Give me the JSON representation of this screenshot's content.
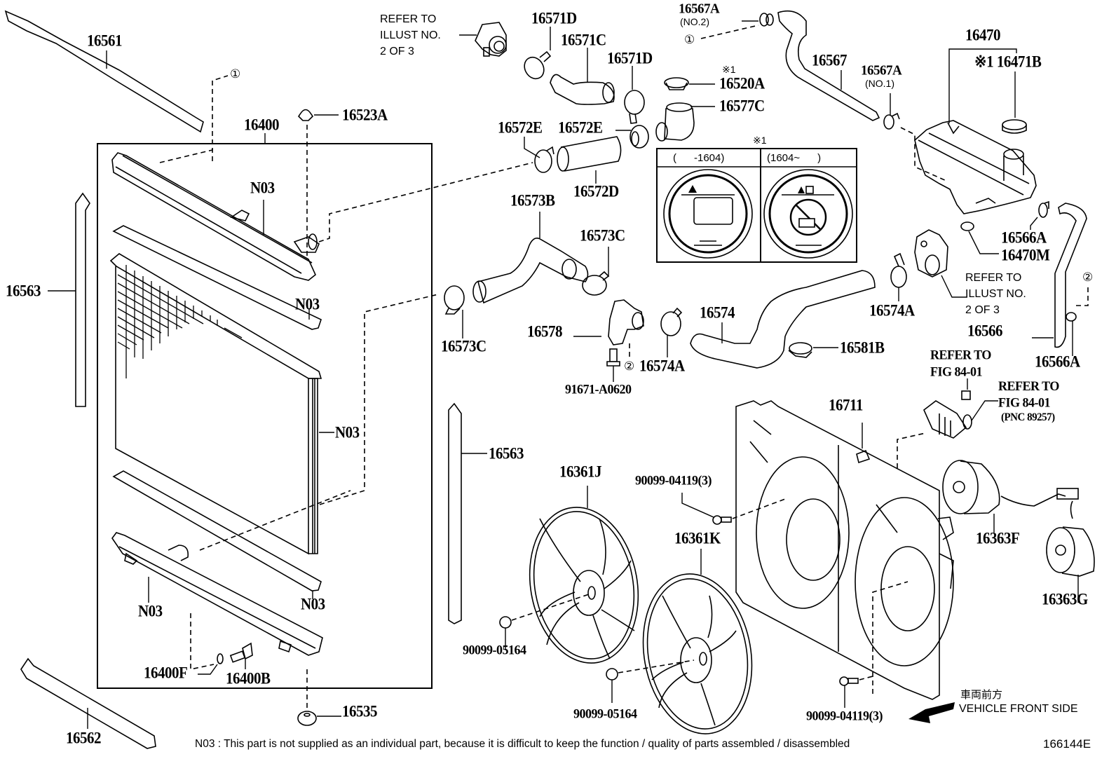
{
  "diagram": {
    "figure_number": "166144E",
    "footnote": "N03 : This part is not supplied as an individual part, because it is difficult to keep the function / quality of parts assembled / disassembled",
    "direction": {
      "japanese": "車両前方",
      "english": "VEHICLE FRONT SIDE"
    },
    "variant_table": {
      "marker": "※1",
      "columns": [
        "(      -1604)",
        "(1604~      )"
      ]
    },
    "circle_refs": [
      "①",
      "②"
    ],
    "labels": {
      "p16561": "16561",
      "p16400": "16400",
      "p16523A": "16523A",
      "n03_top": "N03",
      "n03_upper": "N03",
      "n03_side": "N03",
      "n03_lower": "N03",
      "n03_bottom": "N03",
      "p16563_left": "16563",
      "p16563_right": "16563",
      "p16400F": "16400F",
      "p16400B": "16400B",
      "p16535": "16535",
      "p16562": "16562",
      "p16571D_a": "16571D",
      "p16571C": "16571C",
      "p16571D_b": "16571D",
      "p16572E_a": "16572E",
      "p16572E_b": "16572E",
      "p16572D": "16572D",
      "p16520A": "16520A",
      "p16520A_mark": "※1",
      "p16577C": "16577C",
      "p16567A_no2": "16567A",
      "p16567A_no2_sub": "(NO.2)",
      "p16567": "16567",
      "p16567A_no1": "16567A",
      "p16567A_no1_sub": "(NO.1)",
      "p16470": "16470",
      "p16471B": "※1 16471B",
      "p16566A_a": "16566A",
      "p16470M": "16470M",
      "p16566": "16566",
      "p16566A_b": "16566A",
      "p16573B": "16573B",
      "p16573C_a": "16573C",
      "p16573C_b": "16573C",
      "p16578": "16578",
      "p91671": "91671-A0620",
      "p16574A_a": "16574A",
      "p16574": "16574",
      "p16574A_b": "16574A",
      "p16581B": "16581B",
      "p16711": "16711",
      "p16361J": "16361J",
      "p16361K": "16361K",
      "p90099_04119_a": "90099-04119(3)",
      "p90099_04119_b": "90099-04119(3)",
      "p90099_05164_a": "90099-05164",
      "p90099_05164_b": "90099-05164",
      "p16363F": "16363F",
      "p16363G": "16363G"
    },
    "references": {
      "illust_a": [
        "REFER TO",
        "ILLUST NO.",
        "2 OF 3"
      ],
      "illust_b": [
        "REFER TO",
        "ILLUST NO.",
        "2 OF 3"
      ],
      "fig_a": [
        "REFER TO",
        "FIG 84-01"
      ],
      "fig_b": [
        "REFER TO",
        "FIG 84-01",
        "(PNC 89257)"
      ]
    }
  }
}
